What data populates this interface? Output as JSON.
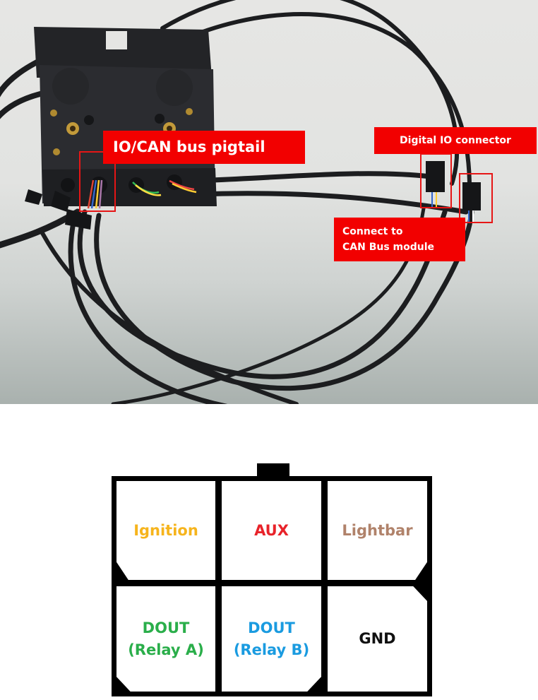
{
  "photo": {
    "labels": {
      "pigtail": "IO/CAN bus pigtail",
      "digital_io": "Digital IO connector",
      "can_line1": "Connect to",
      "can_line2": "CAN Bus module"
    },
    "label_color": "#f20000"
  },
  "connector": {
    "pins": [
      {
        "line1": "Ignition",
        "line2": "",
        "color": "#f6b41c"
      },
      {
        "line1": "AUX",
        "line2": "",
        "color": "#e8232a"
      },
      {
        "line1": "Lightbar",
        "line2": "",
        "color": "#b0826a"
      },
      {
        "line1": "DOUT",
        "line2": "(Relay A)",
        "color": "#2aae4a"
      },
      {
        "line1": "DOUT",
        "line2": "(Relay B)",
        "color": "#1a9be0"
      },
      {
        "line1": "GND",
        "line2": "",
        "color": "#111111"
      }
    ]
  }
}
